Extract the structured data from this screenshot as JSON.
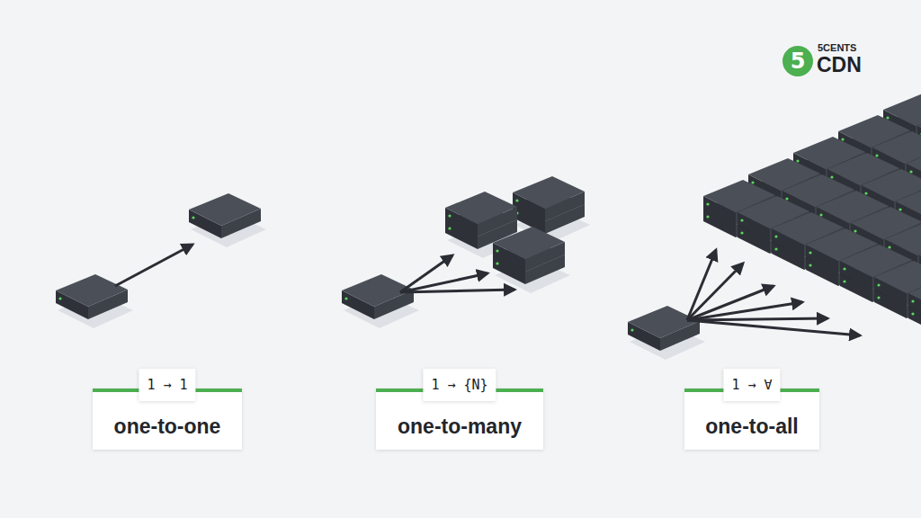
{
  "diagram": {
    "nodes": [
      {
        "text": [
          "5"
        ]
      },
      {
        "text": [
          "1 → 1",
          "one-to-one"
        ]
      },
      {
        "text": [
          "1 → {N}",
          "one-to-many"
        ]
      },
      {
        "text": [
          "1 → ∀",
          "one-to-all"
        ]
      }
    ],
    "labels": [
      "5CENTS",
      "CDN"
    ]
  }
}
